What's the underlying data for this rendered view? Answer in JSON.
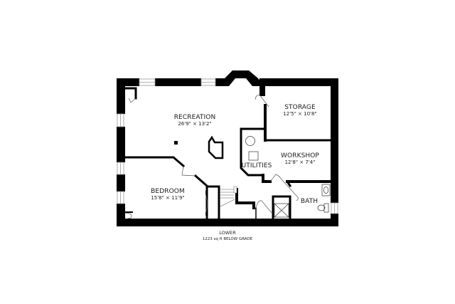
{
  "floor_plan": {
    "level": "LOWER",
    "area_caption": "1223 sq ft BELOW GRADE",
    "rooms": [
      {
        "name": "RECREATION",
        "dimensions": "26'9\" × 13'2\""
      },
      {
        "name": "STORAGE",
        "dimensions": "12'5\" × 10'8\""
      },
      {
        "name": "WORKSHOP",
        "dimensions": "12'8\" × 7'4\""
      },
      {
        "name": "UTILITIES",
        "dimensions": ""
      },
      {
        "name": "BEDROOM",
        "dimensions": "15'8\" × 11'9\""
      },
      {
        "name": "BATH",
        "dimensions": ""
      }
    ],
    "colors": {
      "wall": "#000000",
      "background": "#ffffff",
      "window": "#9a9a9a",
      "fixture_line": "#444444"
    }
  }
}
